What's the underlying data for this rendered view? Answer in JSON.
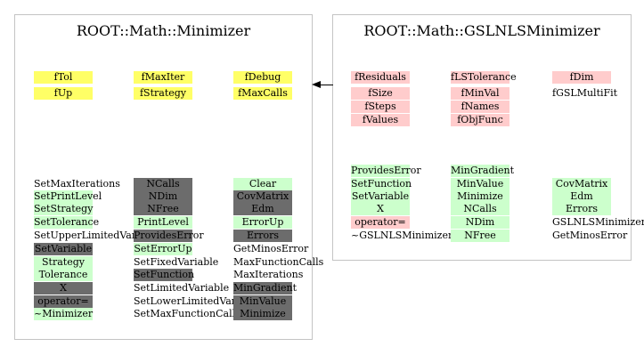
{
  "left": {
    "title": "ROOT::Math::Minimizer",
    "data_members": [
      {
        "label": "fTol",
        "color": "yellow"
      },
      {
        "label": "fUp",
        "color": "yellow"
      },
      {
        "label": "fMaxIter",
        "color": "yellow"
      },
      {
        "label": "fStrategy",
        "color": "yellow"
      },
      {
        "label": "fDebug",
        "color": "yellow"
      },
      {
        "label": "fMaxCalls",
        "color": "yellow"
      }
    ],
    "col1": [
      {
        "label": "SetMaxIterations",
        "color": "none"
      },
      {
        "label": "SetPrintLevel",
        "color": "green"
      },
      {
        "label": "SetStrategy",
        "color": "green"
      },
      {
        "label": "SetTolerance",
        "color": "green"
      },
      {
        "label": "SetUpperLimitedVariable",
        "color": "none"
      },
      {
        "label": "SetVariable",
        "color": "dark"
      },
      {
        "label": "Strategy",
        "color": "green"
      },
      {
        "label": "Tolerance",
        "color": "green"
      },
      {
        "label": "X",
        "color": "dark"
      },
      {
        "label": "operator=",
        "color": "dark"
      },
      {
        "label": "~Minimizer",
        "color": "green"
      }
    ],
    "col2": [
      {
        "label": "NCalls",
        "color": "dark"
      },
      {
        "label": "NDim",
        "color": "dark"
      },
      {
        "label": "NFree",
        "color": "dark"
      },
      {
        "label": "PrintLevel",
        "color": "green"
      },
      {
        "label": "ProvidesError",
        "color": "dark"
      },
      {
        "label": "SetErrorUp",
        "color": "green"
      },
      {
        "label": "SetFixedVariable",
        "color": "none"
      },
      {
        "label": "SetFunction",
        "color": "dark"
      },
      {
        "label": "SetLimitedVariable",
        "color": "none"
      },
      {
        "label": "SetLowerLimitedVariable",
        "color": "none"
      },
      {
        "label": "SetMaxFunctionCalls",
        "color": "none"
      }
    ],
    "col3": [
      {
        "label": "Clear",
        "color": "green"
      },
      {
        "label": "CovMatrix",
        "color": "dark"
      },
      {
        "label": "Edm",
        "color": "dark"
      },
      {
        "label": "ErrorUp",
        "color": "green"
      },
      {
        "label": "Errors",
        "color": "dark"
      },
      {
        "label": "GetMinosError",
        "color": "none"
      },
      {
        "label": "MaxFunctionCalls",
        "color": "none"
      },
      {
        "label": "MaxIterations",
        "color": "none"
      },
      {
        "label": "MinGradient",
        "color": "dark"
      },
      {
        "label": "MinValue",
        "color": "dark"
      },
      {
        "label": "Minimize",
        "color": "dark"
      }
    ]
  },
  "right": {
    "title": "ROOT::Math::GSLNLSMinimizer",
    "data_col1": [
      {
        "label": "fResiduals",
        "color": "pink"
      },
      {
        "label": "fSize",
        "color": "pink"
      },
      {
        "label": "fSteps",
        "color": "pink"
      },
      {
        "label": "fValues",
        "color": "pink"
      }
    ],
    "data_col2": [
      {
        "label": "fLSTolerance",
        "color": "pink"
      },
      {
        "label": "fMinVal",
        "color": "pink"
      },
      {
        "label": "fNames",
        "color": "pink"
      },
      {
        "label": "fObjFunc",
        "color": "pink"
      }
    ],
    "data_col3": [
      {
        "label": "fDim",
        "color": "pink"
      },
      {
        "label": "fGSLMultiFit",
        "color": "none"
      }
    ],
    "method_col1": [
      {
        "label": "ProvidesError",
        "color": "green"
      },
      {
        "label": "SetFunction",
        "color": "green"
      },
      {
        "label": "SetVariable",
        "color": "green"
      },
      {
        "label": "X",
        "color": "green"
      },
      {
        "label": "operator=",
        "color": "pink"
      },
      {
        "label": "~GSLNLSMinimizer",
        "color": "none"
      }
    ],
    "method_col2": [
      {
        "label": "MinGradient",
        "color": "green"
      },
      {
        "label": "MinValue",
        "color": "green"
      },
      {
        "label": "Minimize",
        "color": "green"
      },
      {
        "label": "NCalls",
        "color": "green"
      },
      {
        "label": "NDim",
        "color": "green"
      },
      {
        "label": "NFree",
        "color": "green"
      }
    ],
    "method_col3": [
      {
        "label": "CovMatrix",
        "color": "green"
      },
      {
        "label": "Edm",
        "color": "green"
      },
      {
        "label": "Errors",
        "color": "green"
      },
      {
        "label": "GSLNLSMinimizer",
        "color": "none"
      },
      {
        "label": "GetMinosError",
        "color": "none"
      }
    ]
  }
}
